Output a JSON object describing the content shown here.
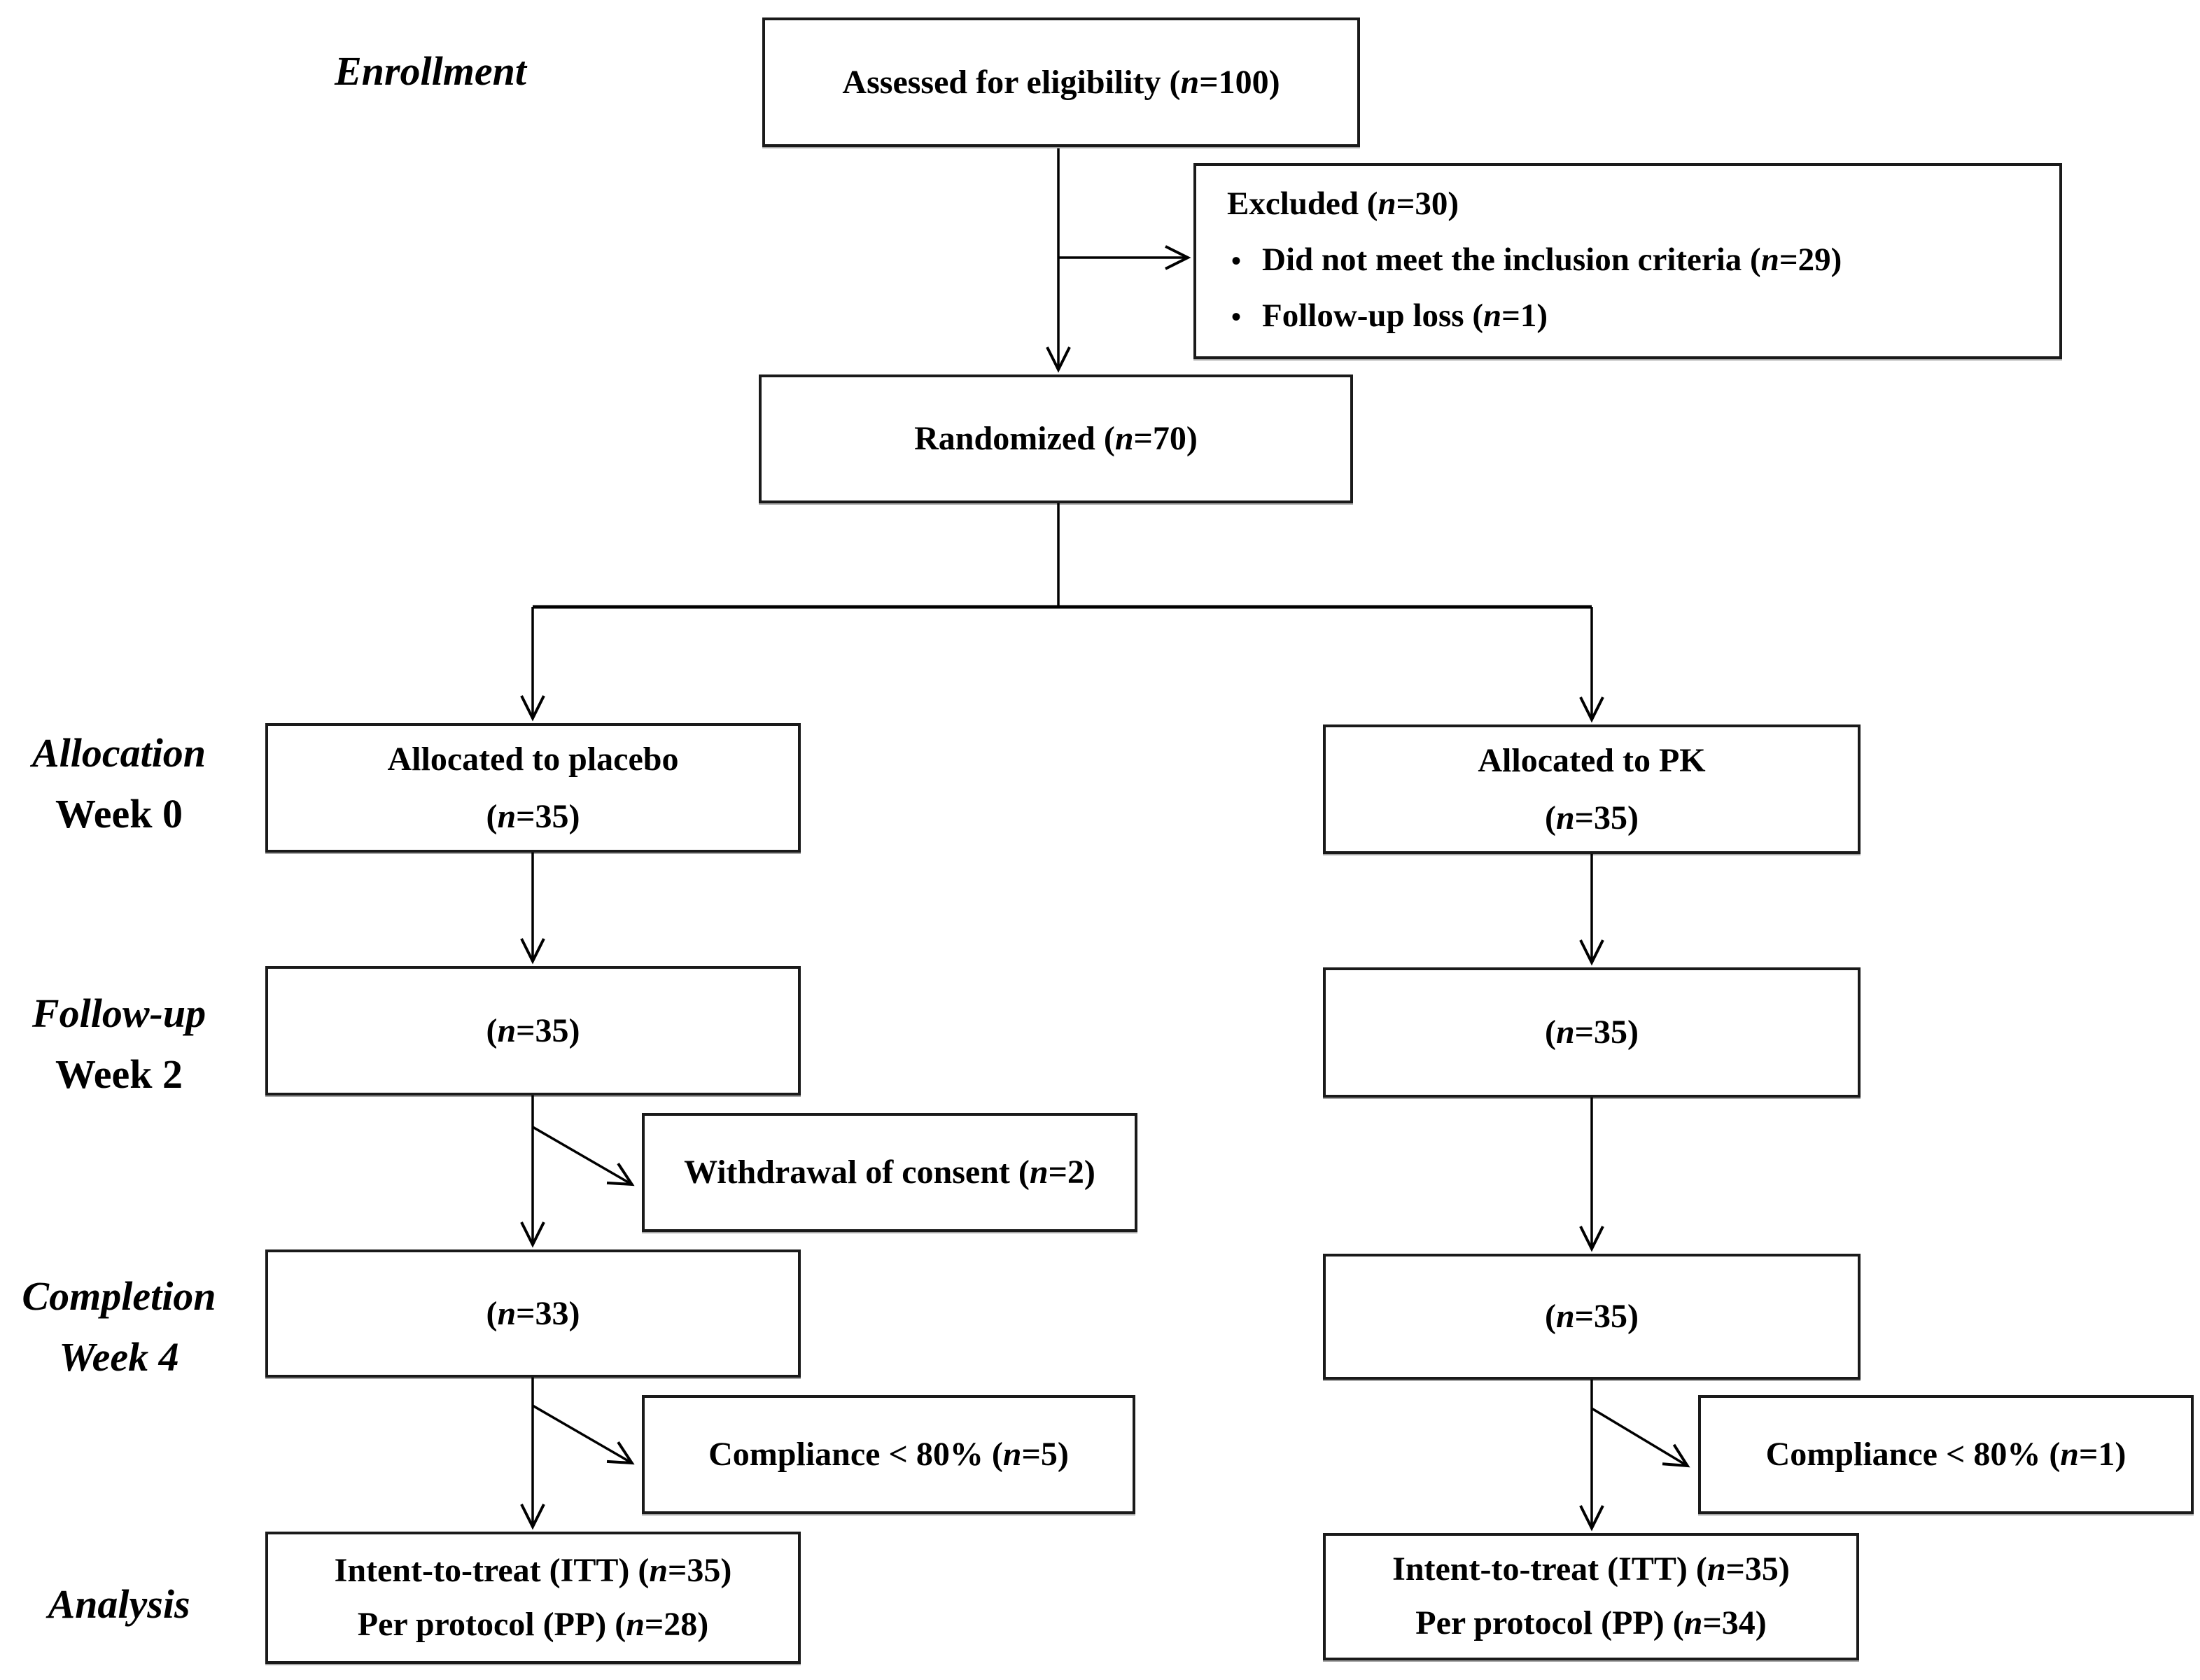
{
  "diagram": {
    "stage_labels": [
      {
        "label": "Enrollment"
      },
      {
        "label": "Allocation",
        "sub": "Week 0"
      },
      {
        "label": "Follow-up",
        "sub": "Week 2"
      },
      {
        "label": "Completion",
        "sub": "Week 4"
      },
      {
        "label": "Analysis"
      }
    ],
    "boxes": {
      "assessed": "Assessed for eligibility (n=100)",
      "excluded": {
        "title": "Excluded (n=30)",
        "items": [
          "Did not meet the inclusion criteria (n=29)",
          "Follow-up loss (n=1)"
        ]
      },
      "randomized": "Randomized (n=70)",
      "alloc_left": {
        "line1": "Allocated to placebo",
        "line2": "(n=35)"
      },
      "alloc_right": {
        "line1": "Allocated to PK",
        "line2": "(n=35)"
      },
      "followup_left": "(n=35)",
      "followup_right": "(n=35)",
      "withdrawal": "Withdrawal of consent (n=2)",
      "completion_left": "(n=33)",
      "completion_right": "(n=35)",
      "compliance_left": "Compliance < 80% (n=5)",
      "compliance_right": "Compliance < 80% (n=1)",
      "analysis_left": {
        "line1": "Intent-to-treat (ITT) (n=35)",
        "line2": "Per protocol (PP) (n=28)"
      },
      "analysis_right": {
        "line1": "Intent-to-treat (ITT) (n=35)",
        "line2": "Per protocol (PP) (n=34)"
      }
    },
    "bullet_icon": "•",
    "colors": {
      "background": "#ffffff",
      "box_border": "#1a1a1a",
      "line": "#000000",
      "text": "#000000"
    }
  }
}
